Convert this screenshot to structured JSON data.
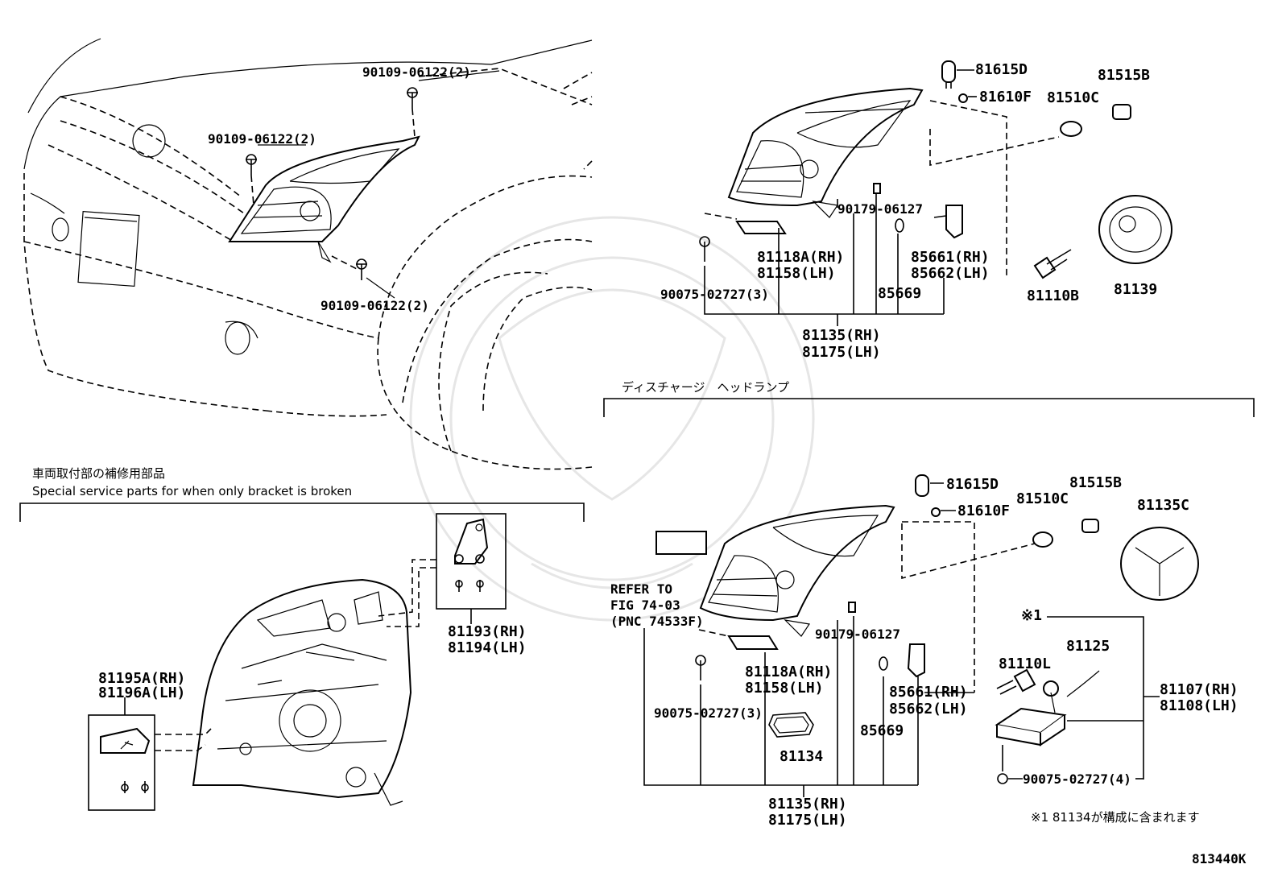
{
  "top_left": {
    "screw_a": "90109-06122(2)",
    "screw_b": "90109-06122(2)",
    "screw_c": "90109-06122(2)"
  },
  "top_right": {
    "p81615D": "81615D",
    "p81610F": "81610F",
    "p81510C": "81510C",
    "p81515B": "81515B",
    "p90179": "90179-06127",
    "p81118A": "81118A(RH)",
    "p81158": "81158(LH)",
    "p85661": "85661(RH)",
    "p85662": "85662(LH)",
    "p81110B": "81110B",
    "p81139": "81139",
    "p90075": "90075-02727(3)",
    "p85669": "85669",
    "p81135": "81135(RH)",
    "p81175": "81175(LH)"
  },
  "discharge": {
    "title": "ディスチャージ　ヘッドランプ",
    "p81615D": "81615D",
    "p81610F": "81610F",
    "p81510C": "81510C",
    "p81515B": "81515B",
    "p81135C": "81135C",
    "refer1": "REFER TO",
    "refer2": "FIG 74-03",
    "refer3": "(PNC 74533F)",
    "p90179": "90179-06127",
    "p81118A": "81118A(RH)",
    "p81158": "81158(LH)",
    "mark": "※1",
    "p81110L": "81110L",
    "p81125": "81125",
    "p85661": "85661(RH)",
    "p85662": "85662(LH)",
    "p81107": "81107(RH)",
    "p81108": "81108(LH)",
    "p90075a": "90075-02727(3)",
    "p81134": "81134",
    "p85669": "85669",
    "p90075b": "90075-02727(4)",
    "p81135": "81135(RH)",
    "p81175": "81175(LH)",
    "footnote": "※1 81134が構成に含まれます"
  },
  "bracket": {
    "title_jp": "車両取付部の補修用部品",
    "title_en": "Special service parts for when only bracket is broken",
    "p81193": "81193(RH)",
    "p81194": "81194(LH)",
    "p81195A": "81195A(RH)",
    "p81196A": "81196A(LH)"
  },
  "figure_id": "813440K"
}
